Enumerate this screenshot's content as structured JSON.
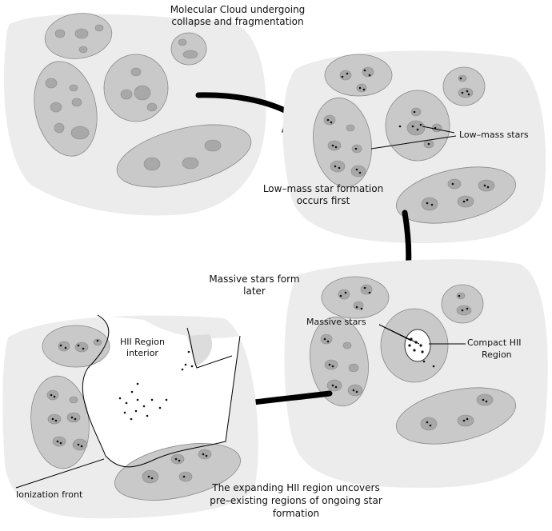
{
  "stages": {
    "collapse": {
      "title_line1": "Molecular Cloud undergoing",
      "title_line2": "collapse and fragmentation"
    },
    "low_mass": {
      "stars_label": "Low–mass stars",
      "caption_line1": "Low–mass star formation",
      "caption_line2": "occurs first"
    },
    "massive": {
      "caption_line1": "Massive stars form",
      "caption_line2": "later",
      "stars_label": "Massive stars",
      "compact_line1": "Compact HII",
      "compact_line2": "Region"
    },
    "expanding": {
      "interior_line1": "HII Region",
      "interior_line2": "interior",
      "front_label": "Ionization front",
      "caption_line1": "The expanding HII region uncovers",
      "caption_line2": "pre–existing regions of ongoing star",
      "caption_line3": "formation"
    }
  },
  "colors": {
    "cloud": "#ececec",
    "clump": "#c9c9c9",
    "core": "#a8a8a8",
    "arrow": "#000000"
  }
}
